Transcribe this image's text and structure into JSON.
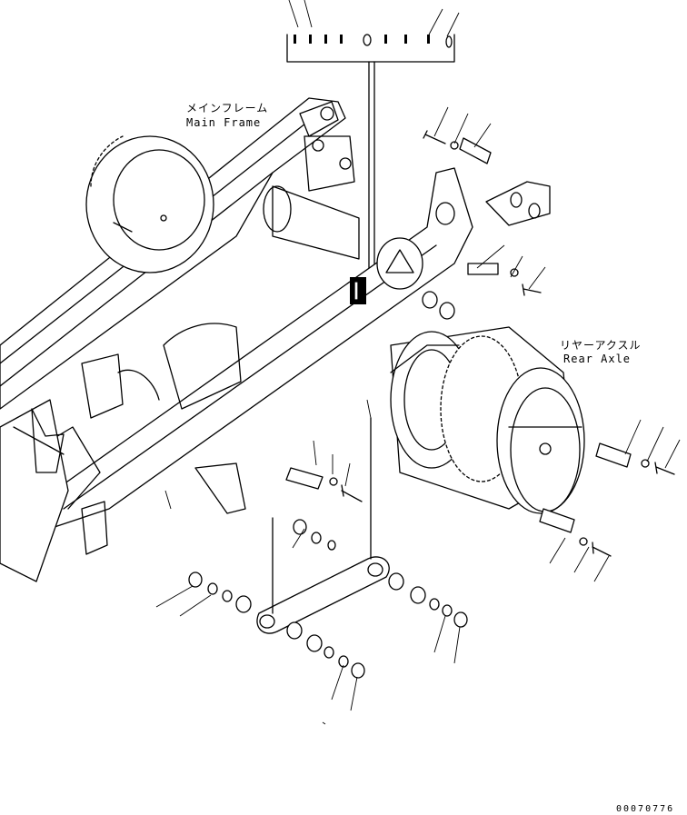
{
  "labels": {
    "main_frame_jp": "メインフレーム",
    "main_frame_en": "Main Frame",
    "rear_axle_jp": "リヤーアクスル",
    "rear_axle_en": "Rear Axle",
    "drawing_number": "00070776"
  }
}
